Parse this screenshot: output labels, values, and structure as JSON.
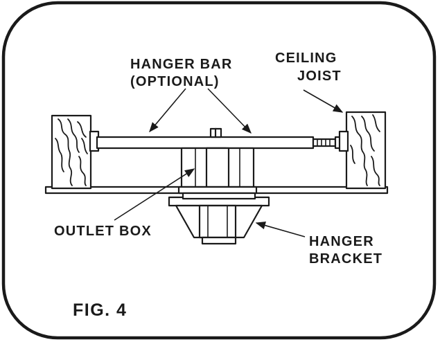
{
  "labels": {
    "hanger_bar_line1": "HANGER BAR",
    "hanger_bar_line2": "(OPTIONAL)",
    "ceiling_joist_line1": "CEILING",
    "ceiling_joist_line2": "JOIST",
    "outlet_box": "OUTLET BOX",
    "hanger_bracket_line1": "HANGER",
    "hanger_bracket_line2": "BRACKET",
    "figure": "FIG. 4"
  }
}
